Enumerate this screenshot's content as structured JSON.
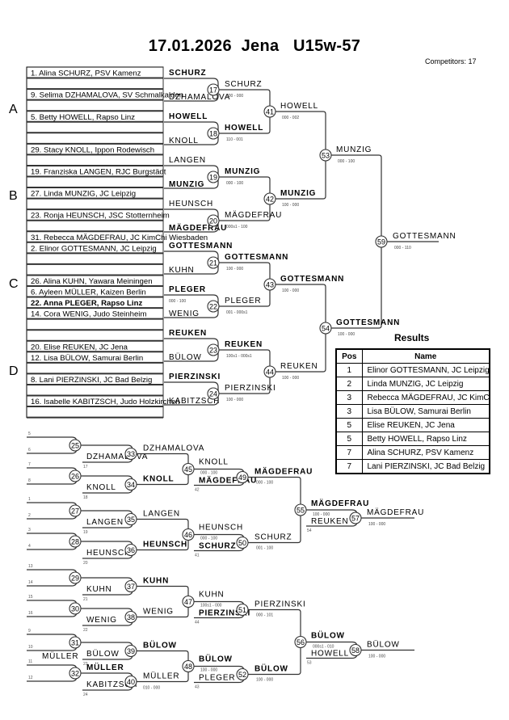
{
  "header": {
    "title": "17.01.2026  Jena   U15w-57",
    "competitors": "Competitors: 17"
  },
  "pools": [
    "A",
    "B",
    "C",
    "D"
  ],
  "draw": [
    "1. Alina SCHURZ, PSV Kamenz",
    "",
    "9. Selima DZHAMALOVA, SV Schmalkalden",
    "",
    "5. Betty HOWELL, Rapso Linz",
    "",
    "",
    "29. Stacy KNOLL, Ippon Rodewisch",
    "",
    "19. Franziska LANGEN, RJC Burgstädt",
    "",
    "27. Linda MUNZIG, JC Leipzig",
    "",
    "23. Ronja HEUNSCH, JSC Stotternheim",
    "",
    "31. Rebecca MÄGDEFRAU, JC KimChi Wiesbaden",
    "2. Elinor GOTTESMANN, JC Leipzig",
    "",
    "",
    "26. Alina KUHN, Yawara Meiningen",
    "6. Ayleen MÜLLER, Kaizen Berlin",
    "22. Anna PLEGER, Rapso Linz",
    "14. Cora WENIG, Judo Steinheim",
    "",
    "",
    "20. Elise REUKEN, JC Jena",
    "12. Lisa BÜLOW, Samurai Berlin",
    "",
    "8. Lani PIERZINSKI, JC Bad Belzig",
    "",
    "16. Isabelle KABITZSCH, Judo Holzkirchen",
    ""
  ],
  "draw_bold_index": 21,
  "main_bracket": {
    "round1": [
      {
        "fight": "17",
        "top": "SCHURZ",
        "top_bold": true,
        "bottom": "DZHAMALOVA",
        "bottom_bold": false
      },
      {
        "fight": "18",
        "top": "HOWELL",
        "top_bold": true,
        "bottom": "KNOLL",
        "bottom_bold": false
      },
      {
        "fight": "19",
        "top": "LANGEN",
        "top_bold": false,
        "bottom": "MUNZIG",
        "bottom_bold": true
      },
      {
        "fight": "20",
        "top": "HEUNSCH",
        "top_bold": false,
        "bottom": "MÄGDEFRAU",
        "bottom_bold": true
      },
      {
        "fight": "21",
        "top": "GOTTESMANN",
        "top_bold": true,
        "bottom": "KUHN",
        "bottom_bold": false
      },
      {
        "fight": "22",
        "top": "PLEGER",
        "top_bold": true,
        "bottom": "WENIG",
        "bottom_bold": false,
        "top_score": "000 - 100"
      },
      {
        "fight": "23",
        "top": "REUKEN",
        "top_bold": true,
        "bottom": "BÜLOW",
        "bottom_bold": false
      },
      {
        "fight": "24",
        "top": "PIERZINSKI",
        "top_bold": true,
        "bottom": "KABITZSCH",
        "bottom_bold": false
      }
    ],
    "round2": [
      {
        "fight": "41",
        "top": "SCHURZ",
        "top_bold": false,
        "top_score": "000 - 000",
        "bottom": "HOWELL",
        "bottom_bold": true,
        "bottom_score": "110 - 001"
      },
      {
        "fight": "42",
        "top": "MUNZIG",
        "top_bold": true,
        "top_score": "000 - 100",
        "bottom": "MÄGDEFRAU",
        "bottom_bold": false,
        "bottom_score": "000s1 - 100"
      },
      {
        "fight": "43",
        "top": "GOTTESMANN",
        "top_bold": true,
        "top_score": "100 - 000",
        "bottom": "PLEGER",
        "bottom_bold": false,
        "bottom_score": "001 - 000s1"
      },
      {
        "fight": "44",
        "top": "REUKEN",
        "top_bold": true,
        "top_score": "100s1 - 000s1",
        "bottom": "PIERZINSKI",
        "bottom_bold": false,
        "bottom_score": "100 - 000"
      }
    ],
    "round3": [
      {
        "fight": "53",
        "top": "HOWELL",
        "top_bold": false,
        "top_score": "000 - 002",
        "bottom": "MUNZIG",
        "bottom_bold": true,
        "bottom_score": "100 - 000"
      },
      {
        "fight": "54",
        "top": "GOTTESMANN",
        "top_bold": true,
        "top_score": "100 - 000",
        "bottom": "REUKEN",
        "bottom_bold": false,
        "bottom_score": "100 - 000"
      }
    ],
    "semis": [
      {
        "fight": "59",
        "top": "MUNZIG",
        "top_bold": false,
        "top_score": "000 - 100",
        "bottom": "GOTTESMANN",
        "bottom_bold": true,
        "bottom_score": "100 - 000"
      }
    ],
    "final": {
      "name": "GOTTESMANN",
      "score": "000 - 110"
    }
  },
  "results": {
    "title": "Results",
    "headers": [
      "Pos",
      "Name"
    ],
    "rows": [
      {
        "pos": "1",
        "name": "Elinor GOTTESMANN, JC Leipzig"
      },
      {
        "pos": "2",
        "name": "Linda MUNZIG, JC Leipzig"
      },
      {
        "pos": "3",
        "name": "Rebecca MÄGDEFRAU, JC KimChi Wiesbaden"
      },
      {
        "pos": "3",
        "name": "Lisa BÜLOW, Samurai Berlin"
      },
      {
        "pos": "5",
        "name": "Elise REUKEN, JC Jena"
      },
      {
        "pos": "5",
        "name": "Betty HOWELL, Rapso Linz"
      },
      {
        "pos": "7",
        "name": "Alina SCHURZ, PSV Kamenz"
      },
      {
        "pos": "7",
        "name": "Lani PIERZINSKI, JC Bad Belzig"
      }
    ]
  },
  "repechage": {
    "r1": [
      {
        "fight": "25",
        "top_ref": "5",
        "bottom_ref": "6"
      },
      {
        "fight": "26",
        "top_ref": "7",
        "bottom_ref": "8"
      },
      {
        "fight": "27",
        "top_ref": "1",
        "bottom_ref": "2"
      },
      {
        "fight": "28",
        "top_ref": "3",
        "bottom_ref": "4"
      },
      {
        "fight": "29",
        "top_ref": "13",
        "bottom_ref": "14"
      },
      {
        "fight": "30",
        "top_ref": "15",
        "bottom_ref": "16"
      },
      {
        "fight": "31",
        "top_ref": "9",
        "bottom_ref": "10"
      },
      {
        "fight": "32",
        "top_ref": "11",
        "bottom_ref": "12",
        "top_name": "MÜLLER"
      }
    ],
    "r2": [
      {
        "fight": "33",
        "top": "",
        "bottom": "DZHAMALOVA",
        "bottom_ref": "17",
        "winner": "DZHAMALOVA",
        "winner_bold": false
      },
      {
        "fight": "34",
        "top": "",
        "bottom": "KNOLL",
        "bottom_ref": "18",
        "winner": "KNOLL",
        "winner_bold": true
      },
      {
        "fight": "35",
        "top": "",
        "bottom": "LANGEN",
        "bottom_ref": "19",
        "winner": "LANGEN",
        "winner_bold": false
      },
      {
        "fight": "36",
        "top": "",
        "bottom": "HEUNSCH",
        "bottom_ref": "20",
        "winner": "HEUNSCH",
        "winner_bold": true
      },
      {
        "fight": "37",
        "top": "",
        "bottom": "KUHN",
        "bottom_ref": "21",
        "winner": "KUHN",
        "winner_bold": true
      },
      {
        "fight": "38",
        "top": "",
        "bottom": "WENIG",
        "bottom_ref": "22",
        "winner": "WENIG",
        "winner_bold": false
      },
      {
        "fight": "39",
        "top": "",
        "bottom": "BÜLOW",
        "bottom_ref": "23",
        "winner": "BÜLOW",
        "winner_bold": true
      },
      {
        "fight": "40",
        "top": "MÜLLER",
        "top_bold": true,
        "bottom": "KABITZSCH",
        "bottom_ref": "24",
        "winner": "MÜLLER",
        "winner_bold": false,
        "winner_score": "010 - 000"
      }
    ],
    "r3": [
      {
        "fight": "45",
        "winner": "KNOLL",
        "winner_bold": false,
        "winner_score": "000 - 100"
      },
      {
        "fight": "46",
        "winner": "HEUNSCH",
        "winner_bold": false,
        "winner_score": "000 - 100"
      },
      {
        "fight": "47",
        "winner": "KUHN",
        "winner_bold": false,
        "winner_score": "100s1 - 000"
      },
      {
        "fight": "48",
        "winner": "BÜLOW",
        "winner_bold": true,
        "winner_score": "100 - 000"
      }
    ],
    "r4": [
      {
        "fight": "49",
        "bottom": "MÄGDEFRAU",
        "bottom_ref": "42",
        "winner": "MÄGDEFRAU",
        "winner_bold": true,
        "winner_score": "000 - 100"
      },
      {
        "fight": "50",
        "bottom": "SCHURZ",
        "bottom_ref": "41",
        "winner": "SCHURZ",
        "winner_bold": false,
        "winner_score": "001 - 100"
      },
      {
        "fight": "51",
        "bottom": "PIERZINSKI",
        "bottom_ref": "44",
        "winner": "PIERZINSKI",
        "winner_bold": false,
        "winner_score": "000 - 101"
      },
      {
        "fight": "52",
        "bottom": "PLEGER",
        "bottom_ref": "43",
        "winner": "BÜLOW",
        "winner_bold": true,
        "winner_score": "100 - 000"
      }
    ],
    "r5": [
      {
        "fight": "55",
        "winner": "MÄGDEFRAU",
        "winner_bold": true,
        "winner_score": "100 - 000"
      },
      {
        "fight": "56",
        "winner": "BÜLOW",
        "winner_bold": true,
        "winner_score": "000s1 - 010"
      }
    ],
    "bronze": [
      {
        "fight": "57",
        "bottom": "REUKEN",
        "bottom_ref": "54",
        "winner": "MÄGDEFRAU",
        "winner_score": "100 - 000"
      },
      {
        "fight": "58",
        "bottom": "HOWELL",
        "bottom_ref": "53",
        "winner": "BÜLOW",
        "winner_score": "100 - 000"
      }
    ]
  }
}
